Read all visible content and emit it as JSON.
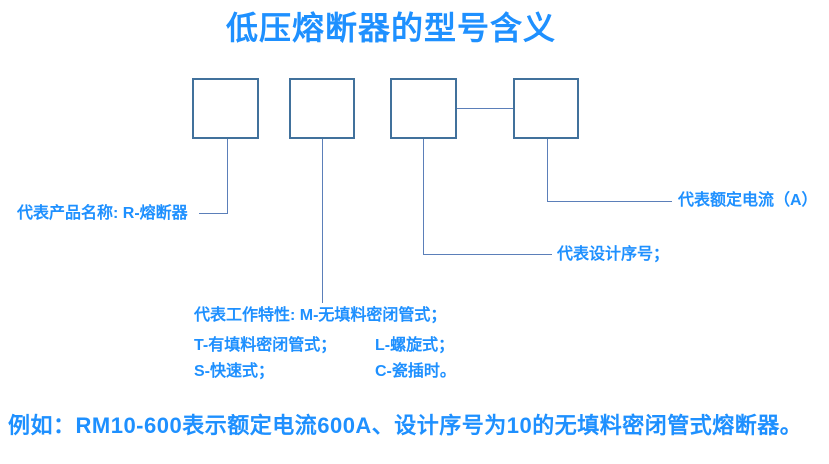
{
  "title": "低压熔断器的型号含义",
  "colors": {
    "accent_text": "#1E90FF",
    "box_border": "#41719C",
    "connector": "#5B7FB9",
    "page_bg": "#FFFFFF"
  },
  "labels": {
    "product_name": "代表产品名称: R-熔断器",
    "rated_current": "代表额定电流（A）",
    "design_serial": "代表设计序号；",
    "work_characteristic": {
      "line1": "代表工作特性: M-无填料密闭管式；",
      "line2_left": "T-有填料密闭管式；",
      "line2_right": "L-螺旋式；",
      "line3_left": "S-快速式；",
      "line3_right": "C-瓷插时。"
    }
  },
  "example": "例如：RM10-600表示额定电流600A、设计序号为10的无填料密闭管式熔断器。"
}
